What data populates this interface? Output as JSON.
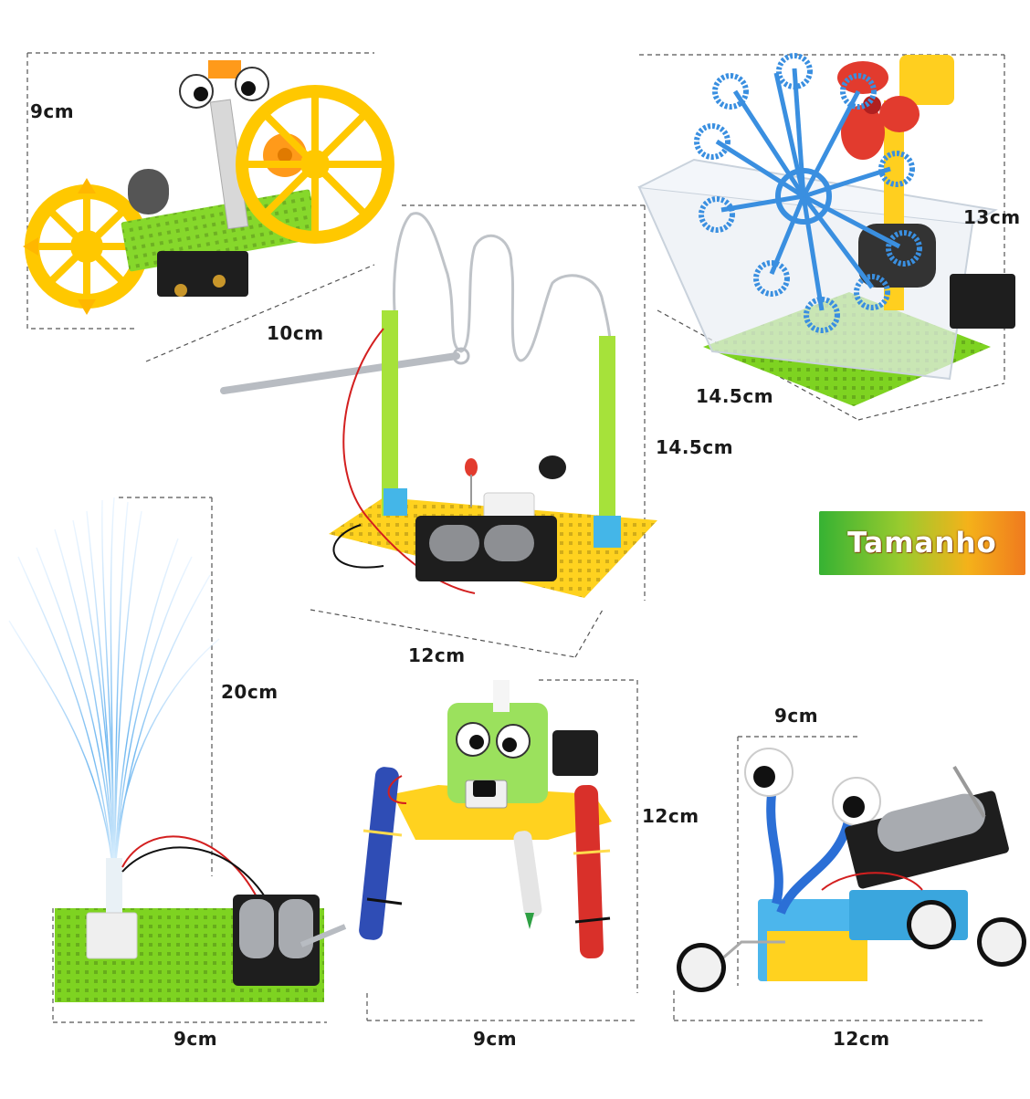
{
  "badge": {
    "text": "Tamanho"
  },
  "labels": {
    "wheel_robot_height": "9cm",
    "wheel_robot_width": "10cm",
    "bubble_machine_height": "13cm",
    "bubble_machine_width": "14.5cm",
    "wire_game_height": "14.5cm",
    "wire_game_width": "12cm",
    "fiber_lamp_height": "20cm",
    "fiber_lamp_width": "9cm",
    "drawing_robot_height": "12cm",
    "drawing_robot_width": "9cm",
    "climbing_car_height": "9cm",
    "climbing_car_width": "12cm"
  },
  "colors": {
    "green_board": "#7ed321",
    "yellow_part": "#ffd21f",
    "blue_part": "#3a8fe0",
    "red_part": "#e23b2e",
    "battery_black": "#1e1e1e",
    "badge_gradient": [
      "#36b233",
      "#9acb2e",
      "#f4b21a",
      "#f07a1e"
    ]
  }
}
